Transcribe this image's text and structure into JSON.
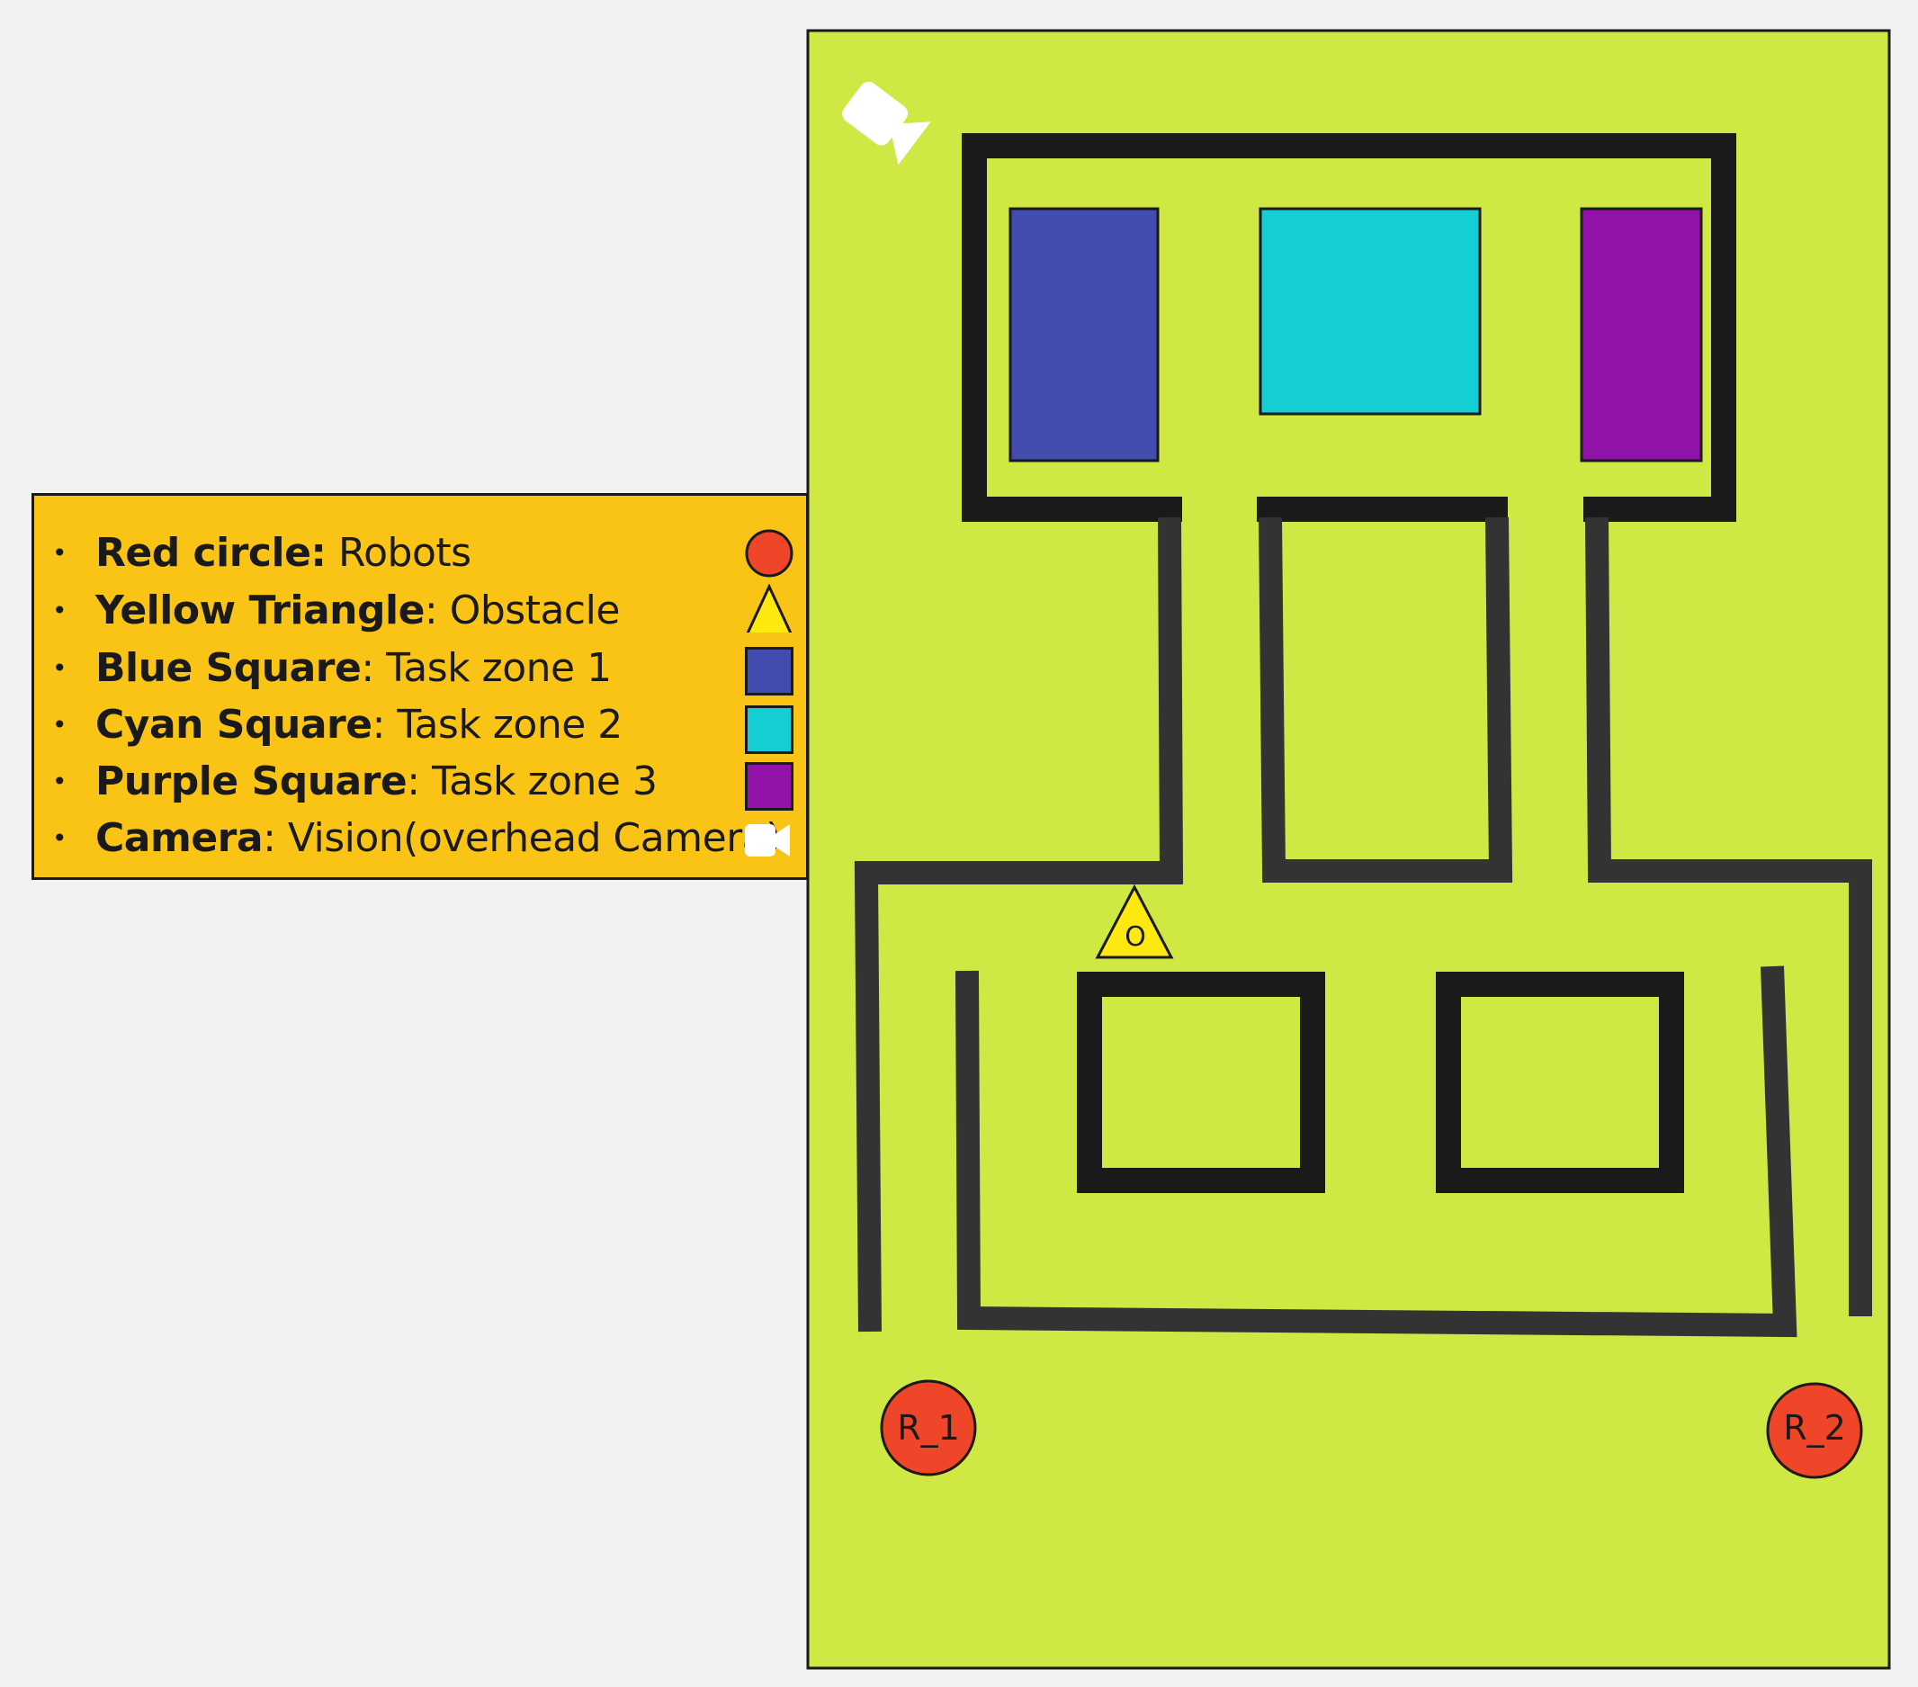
{
  "legend": {
    "items": [
      {
        "bold": "Red circle:",
        "text": " Robots",
        "shape": "circle",
        "color": "#ef4529"
      },
      {
        "bold": "Yellow Triangle",
        "text": ": Obstacle",
        "shape": "triangle",
        "color": "#fde910"
      },
      {
        "bold": "Blue Square",
        "text": ": Task zone 1",
        "shape": "square",
        "color": "#424caf"
      },
      {
        "bold": "Cyan Square",
        "text": ": Task zone 2",
        "shape": "square",
        "color": "#13cfd4"
      },
      {
        "bold": "Purple Square",
        "text": ": Task zone 3",
        "shape": "square",
        "color": "#9113a9"
      },
      {
        "bold": "Camera",
        "text": ": Vision(overhead Camera)",
        "shape": "camera",
        "color": "#ffffff"
      }
    ]
  },
  "field": {
    "background": "#d0e844",
    "wall_color": "#1a1a1a",
    "line_color": "#333333",
    "zones": [
      {
        "name": "task-zone-1",
        "color": "#424caf"
      },
      {
        "name": "task-zone-2",
        "color": "#13cfd4"
      },
      {
        "name": "task-zone-3",
        "color": "#9113a9"
      }
    ],
    "obstacle": {
      "label": "O",
      "color": "#fde910"
    },
    "robots": [
      {
        "label": "R_1",
        "color": "#ef4529"
      },
      {
        "label": "R_2",
        "color": "#ef4529"
      }
    ],
    "camera_icon": "video-camera-icon"
  }
}
